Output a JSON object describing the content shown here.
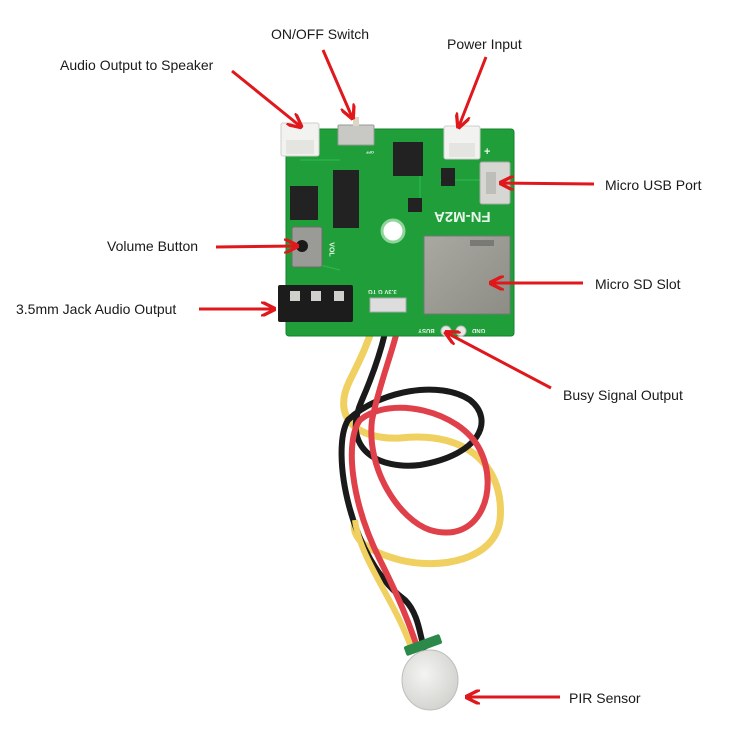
{
  "labels": {
    "audio_output_speaker": "Audio Output to Speaker",
    "on_off_switch": "ON/OFF Switch",
    "power_input": "Power Input",
    "micro_usb_port": "Micro USB Port",
    "volume_button": "Volume Button",
    "micro_sd_slot": "Micro SD Slot",
    "jack_audio_output": "3.5mm Jack Audio Output",
    "busy_signal_output": "Busy Signal Output",
    "pir_sensor": "PIR Sensor"
  },
  "board": {
    "model": "FN-M2A",
    "vol_silkscreen": "VOL",
    "busy_silkscreen": "BUSY",
    "gnd_silkscreen": "GND",
    "pins_silkscreen": "3.3V G TG",
    "off_silkscreen": "OFF",
    "plus_silkscreen": "+"
  },
  "colors": {
    "pcb": "#1f9e3a",
    "arrow": "#e0171b",
    "wire_yellow": "#f0d060",
    "wire_red": "#e0404a",
    "wire_black": "#1a1a1a"
  }
}
